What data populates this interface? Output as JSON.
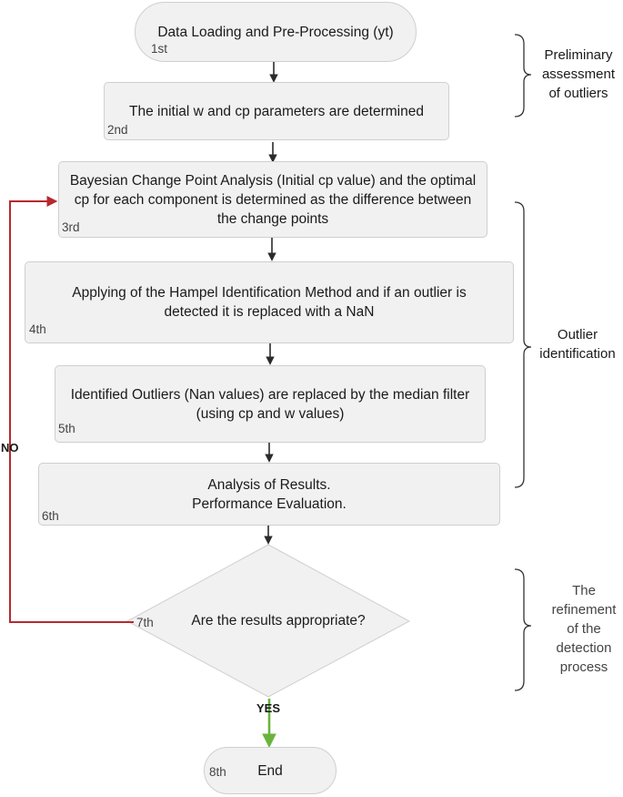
{
  "nodes": [
    {
      "id": "n1",
      "text": "Data Loading and Pre-Processing (yt)",
      "step": "1st"
    },
    {
      "id": "n2",
      "text": "The initial w and cp parameters are determined",
      "step": "2nd"
    },
    {
      "id": "n3",
      "text": "Bayesian Change Point Analysis (Initial cp value)  and the optimal cp for each component is determined as the difference between the change points",
      "step": "3rd"
    },
    {
      "id": "n4",
      "text": "Applying of the Hampel Identification Method and if an outlier is detected it is replaced with a NaN",
      "step": "4th"
    },
    {
      "id": "n5",
      "text": "Identified Outliers (Nan values) are replaced by the median filter (using cp and w values)",
      "step": "5th"
    },
    {
      "id": "n6",
      "text": "Analysis of Results.\nPerformance Evaluation.",
      "step": "6th"
    },
    {
      "id": "n7",
      "text": "Are the results appropriate?",
      "step": "7th"
    },
    {
      "id": "n8",
      "text": "End",
      "step": "8th"
    }
  ],
  "branches": {
    "no": "NO",
    "yes": "YES"
  },
  "groups": [
    {
      "id": "g1",
      "label": "Preliminary assessment of outliers"
    },
    {
      "id": "g2",
      "label": "Outlier identification"
    },
    {
      "id": "g3",
      "label": "The refinement of the detection process"
    }
  ],
  "colors": {
    "node_fill": "#f1f1f1",
    "node_border": "#cfcfcf",
    "arrow": "#2b2b2b",
    "no_path": "#b52a2f",
    "yes_path": "#6ab43e",
    "bracket": "#333333"
  }
}
